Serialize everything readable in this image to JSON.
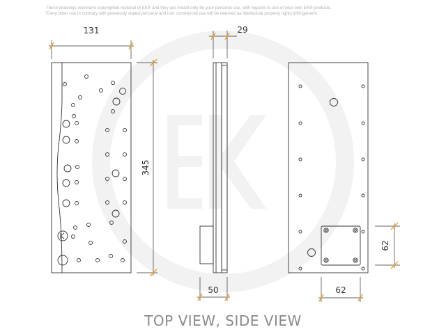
{
  "disclaimer": {
    "line1": "These drawings represent copyrighted material of EK® and they are meant only for your personal use, with regards to use of your own EK® products.",
    "line2": "Every other use in contrary with previously stated personal and non commercial use will be deemed as intellectual property rights infringement."
  },
  "dimensions": {
    "top_width": "131",
    "height": "345",
    "side_thickness": "29",
    "side_terminal": "50",
    "back_block_width": "62",
    "back_block_height": "62"
  },
  "caption": "TOP VIEW, SIDE VIEW",
  "colors": {
    "line": "#333333",
    "dim_tick": "#f0a020",
    "watermark": "#f2f2f2",
    "caption": "#8a8a8a"
  }
}
